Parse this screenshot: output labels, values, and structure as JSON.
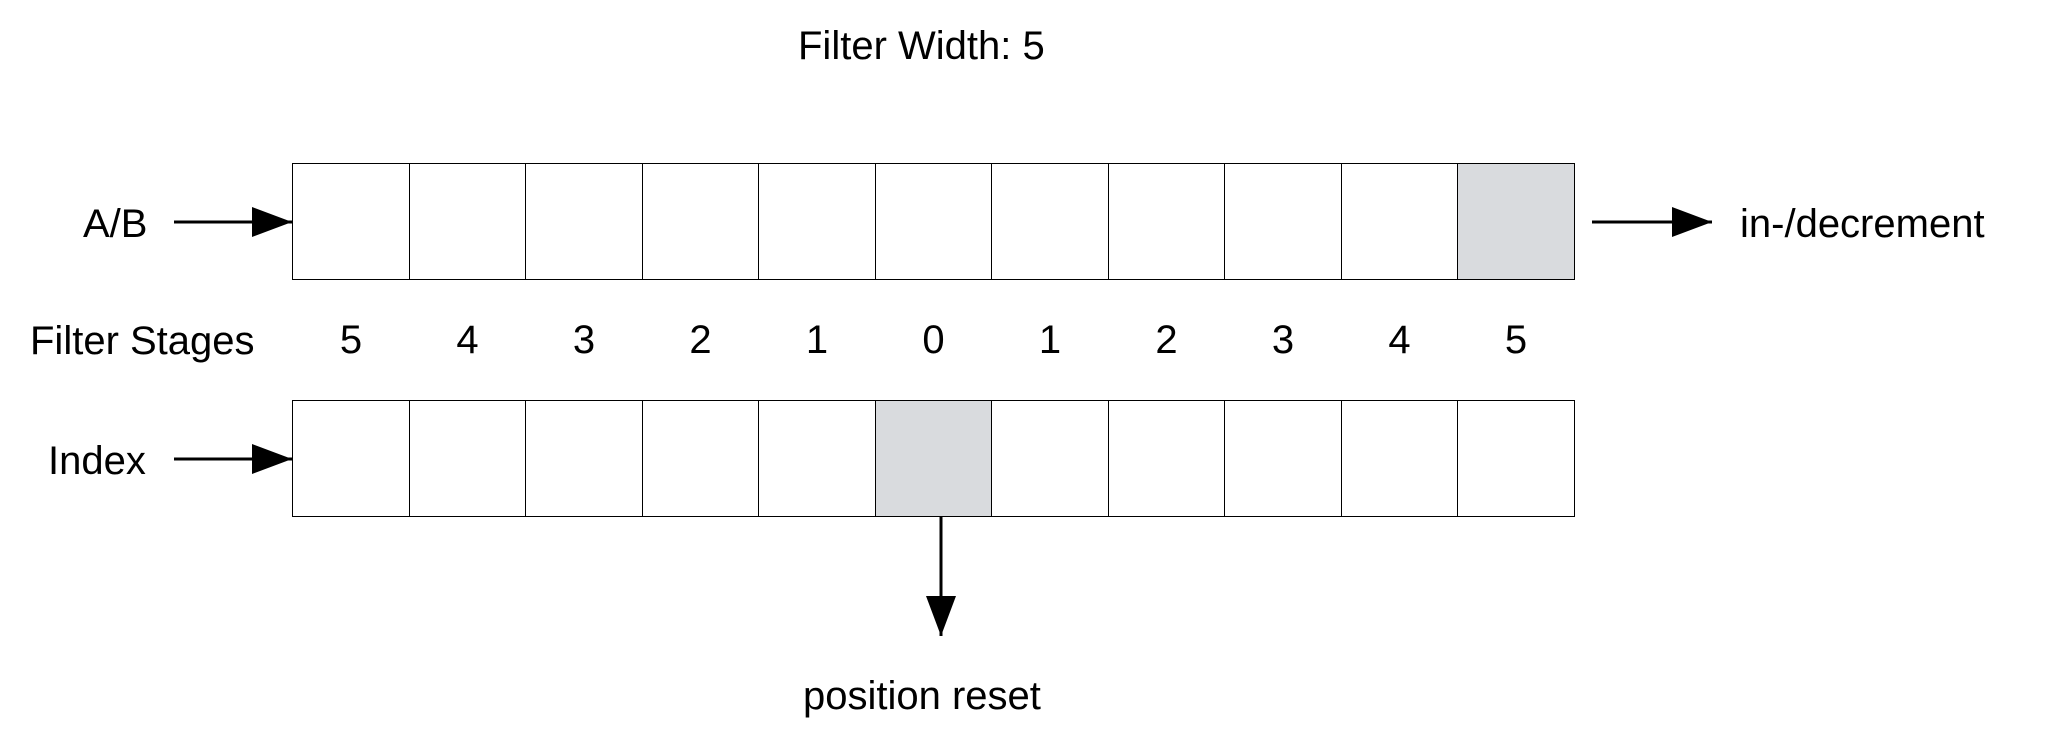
{
  "title": "Filter Width: 5",
  "labels": {
    "ab_input": "A/B",
    "filter_stages": "Filter Stages",
    "index_input": "Index",
    "output": "in-/decrement",
    "reset": "position reset"
  },
  "stage_numbers": [
    "5",
    "4",
    "3",
    "2",
    "1",
    "0",
    "1",
    "2",
    "3",
    "4",
    "5"
  ],
  "ab_register": {
    "cells": 11,
    "highlighted_cell": 10
  },
  "index_register": {
    "cells": 11,
    "highlighted_cell": 5
  },
  "colors": {
    "highlight": "#d9dbde",
    "line": "#000000",
    "background": "#ffffff"
  }
}
